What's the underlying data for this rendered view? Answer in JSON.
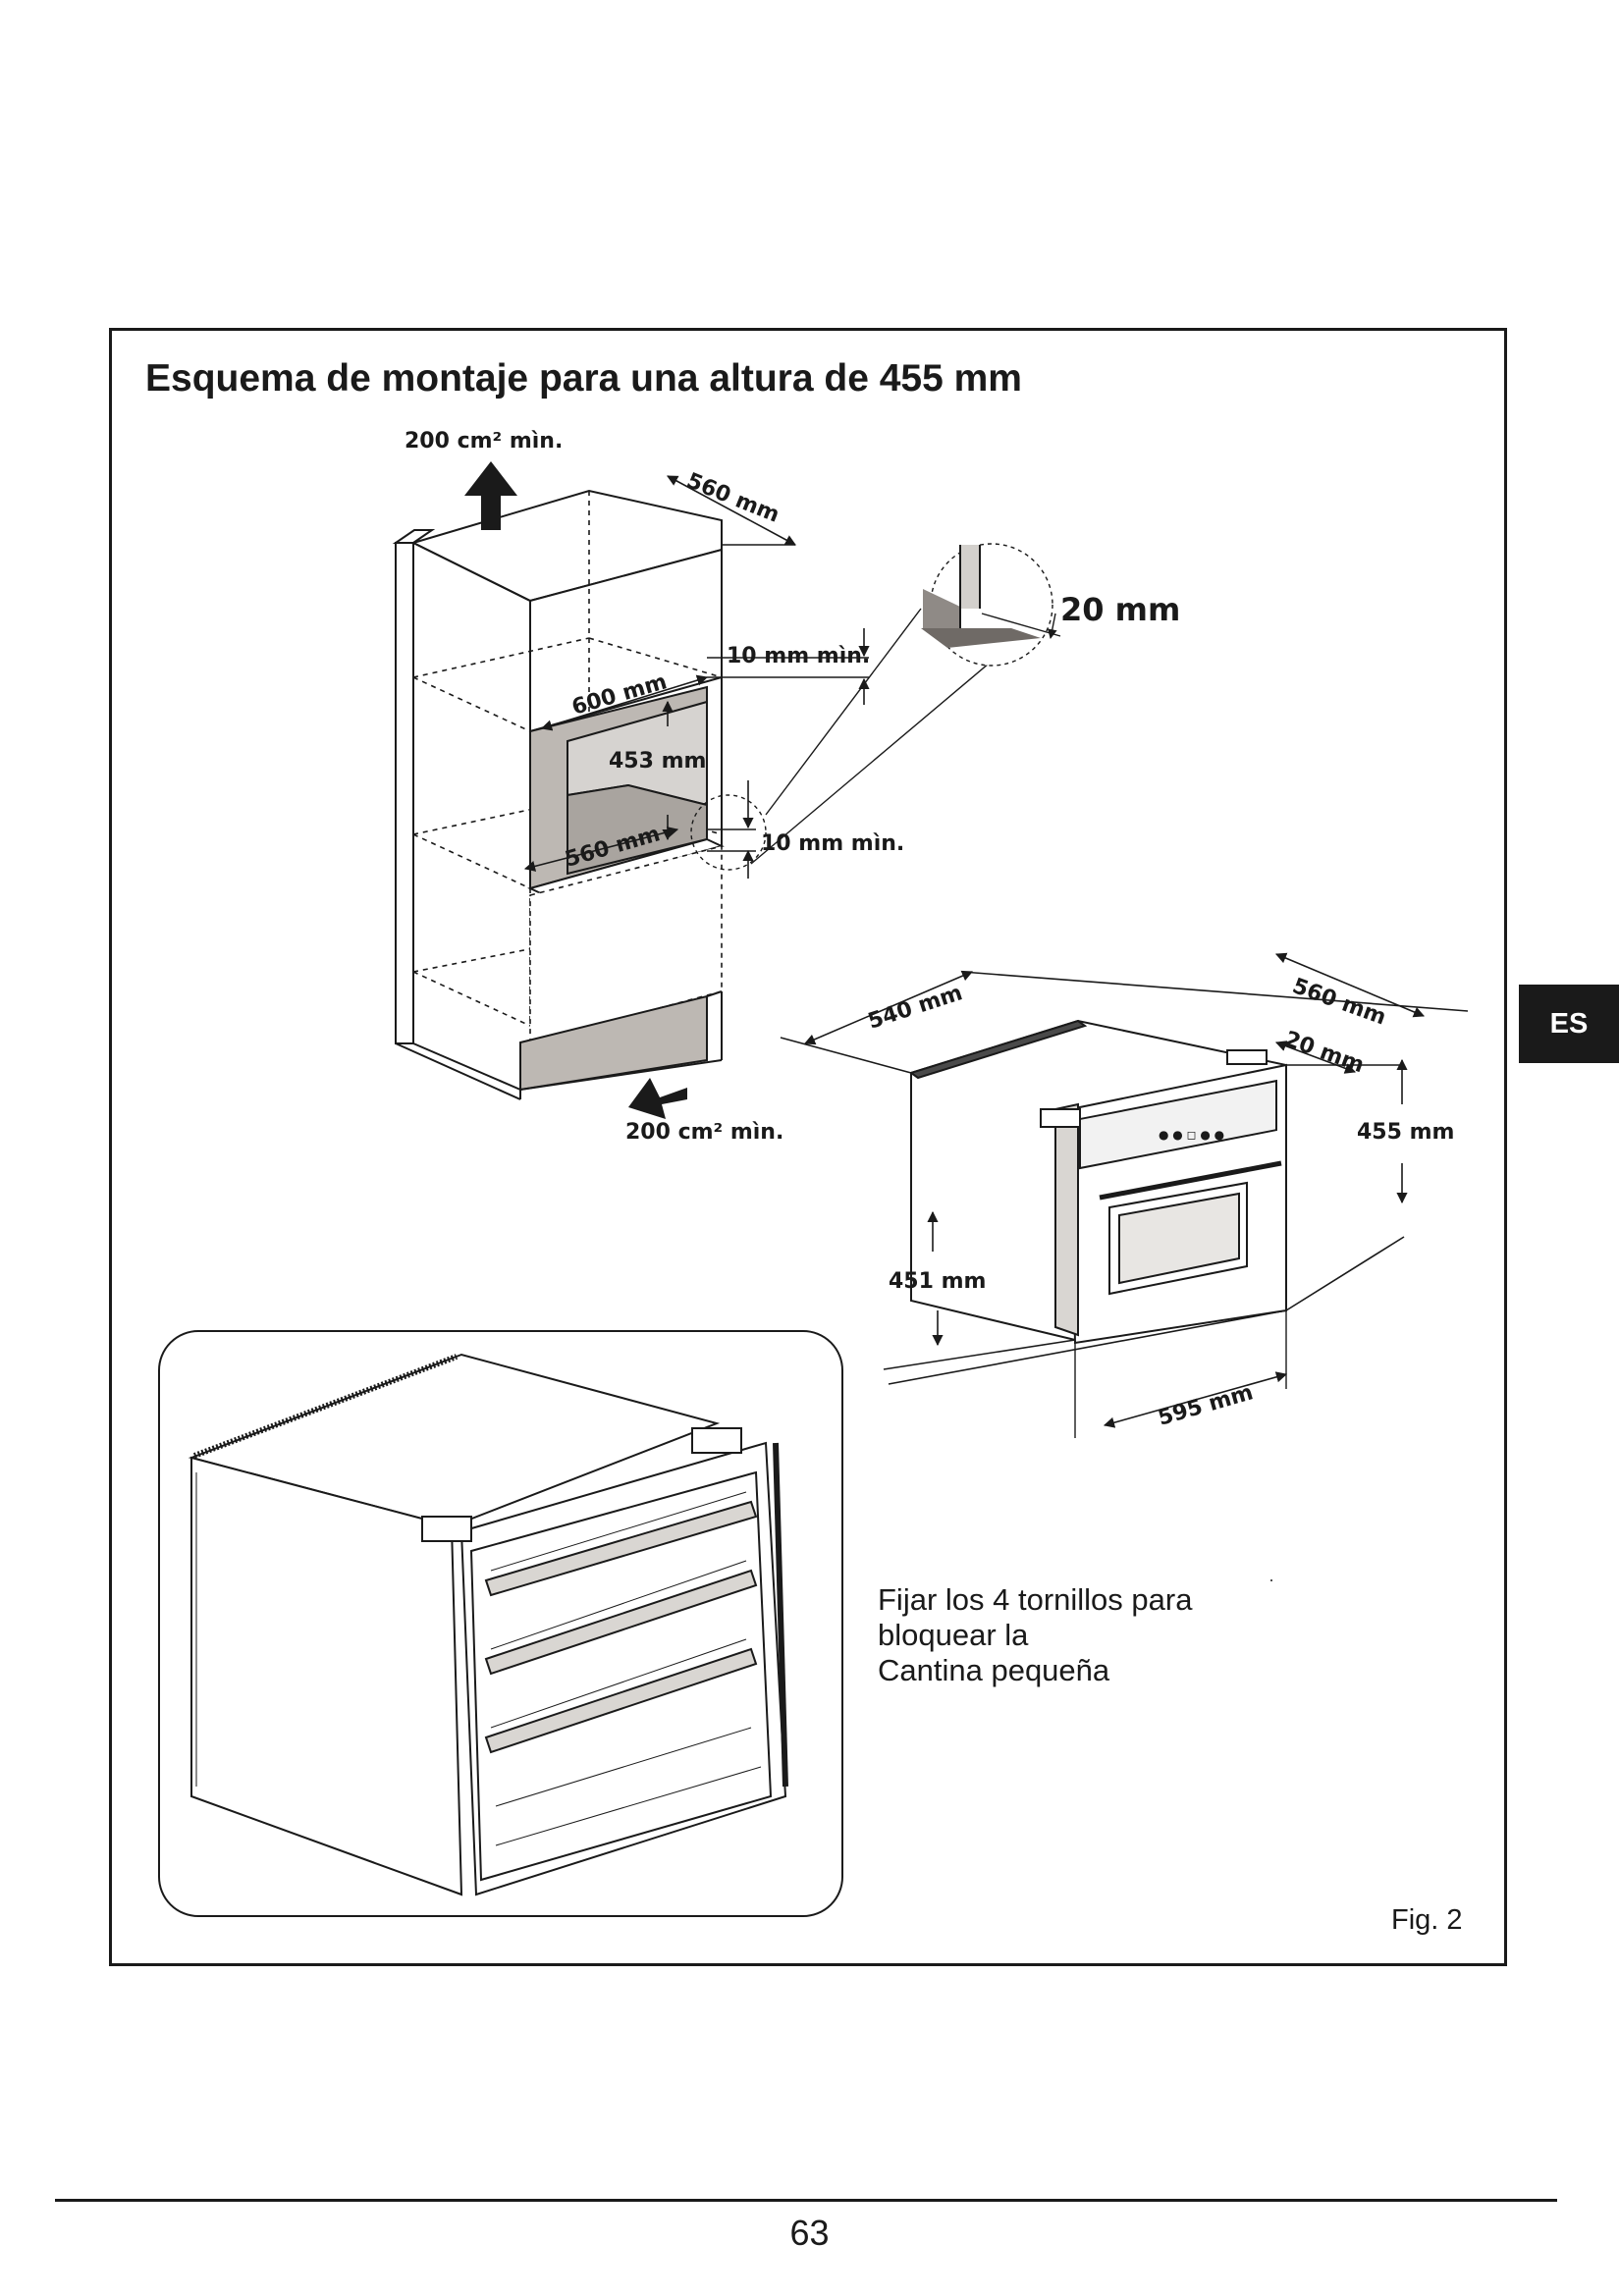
{
  "title": "Esquema de montaje para una altura de 455 mm",
  "language_tab": "ES",
  "dimensions": {
    "vent_top": "200 cm² mìn.",
    "vent_bottom": "200 cm² mìn.",
    "cabinet_depth": "560 mm",
    "niche_width": "600 mm",
    "niche_height": "453 mm",
    "niche_depth": "560 mm",
    "gap_top": "10 mm mìn.",
    "gap_bottom": "10 mm mìn.",
    "detail_gap": "20 mm",
    "appliance_depth": "540 mm",
    "appliance_depth_total": "560 mm",
    "appliance_front": "20 mm",
    "appliance_height": "455 mm",
    "appliance_body_height": "451 mm",
    "appliance_width": "595 mm"
  },
  "note": {
    "line1": "Fijar los 4 tornillos para",
    "line2": "bloquear la",
    "line3": "Cantina pequeña"
  },
  "figure_label": "Fig. 2",
  "page_number": "63"
}
